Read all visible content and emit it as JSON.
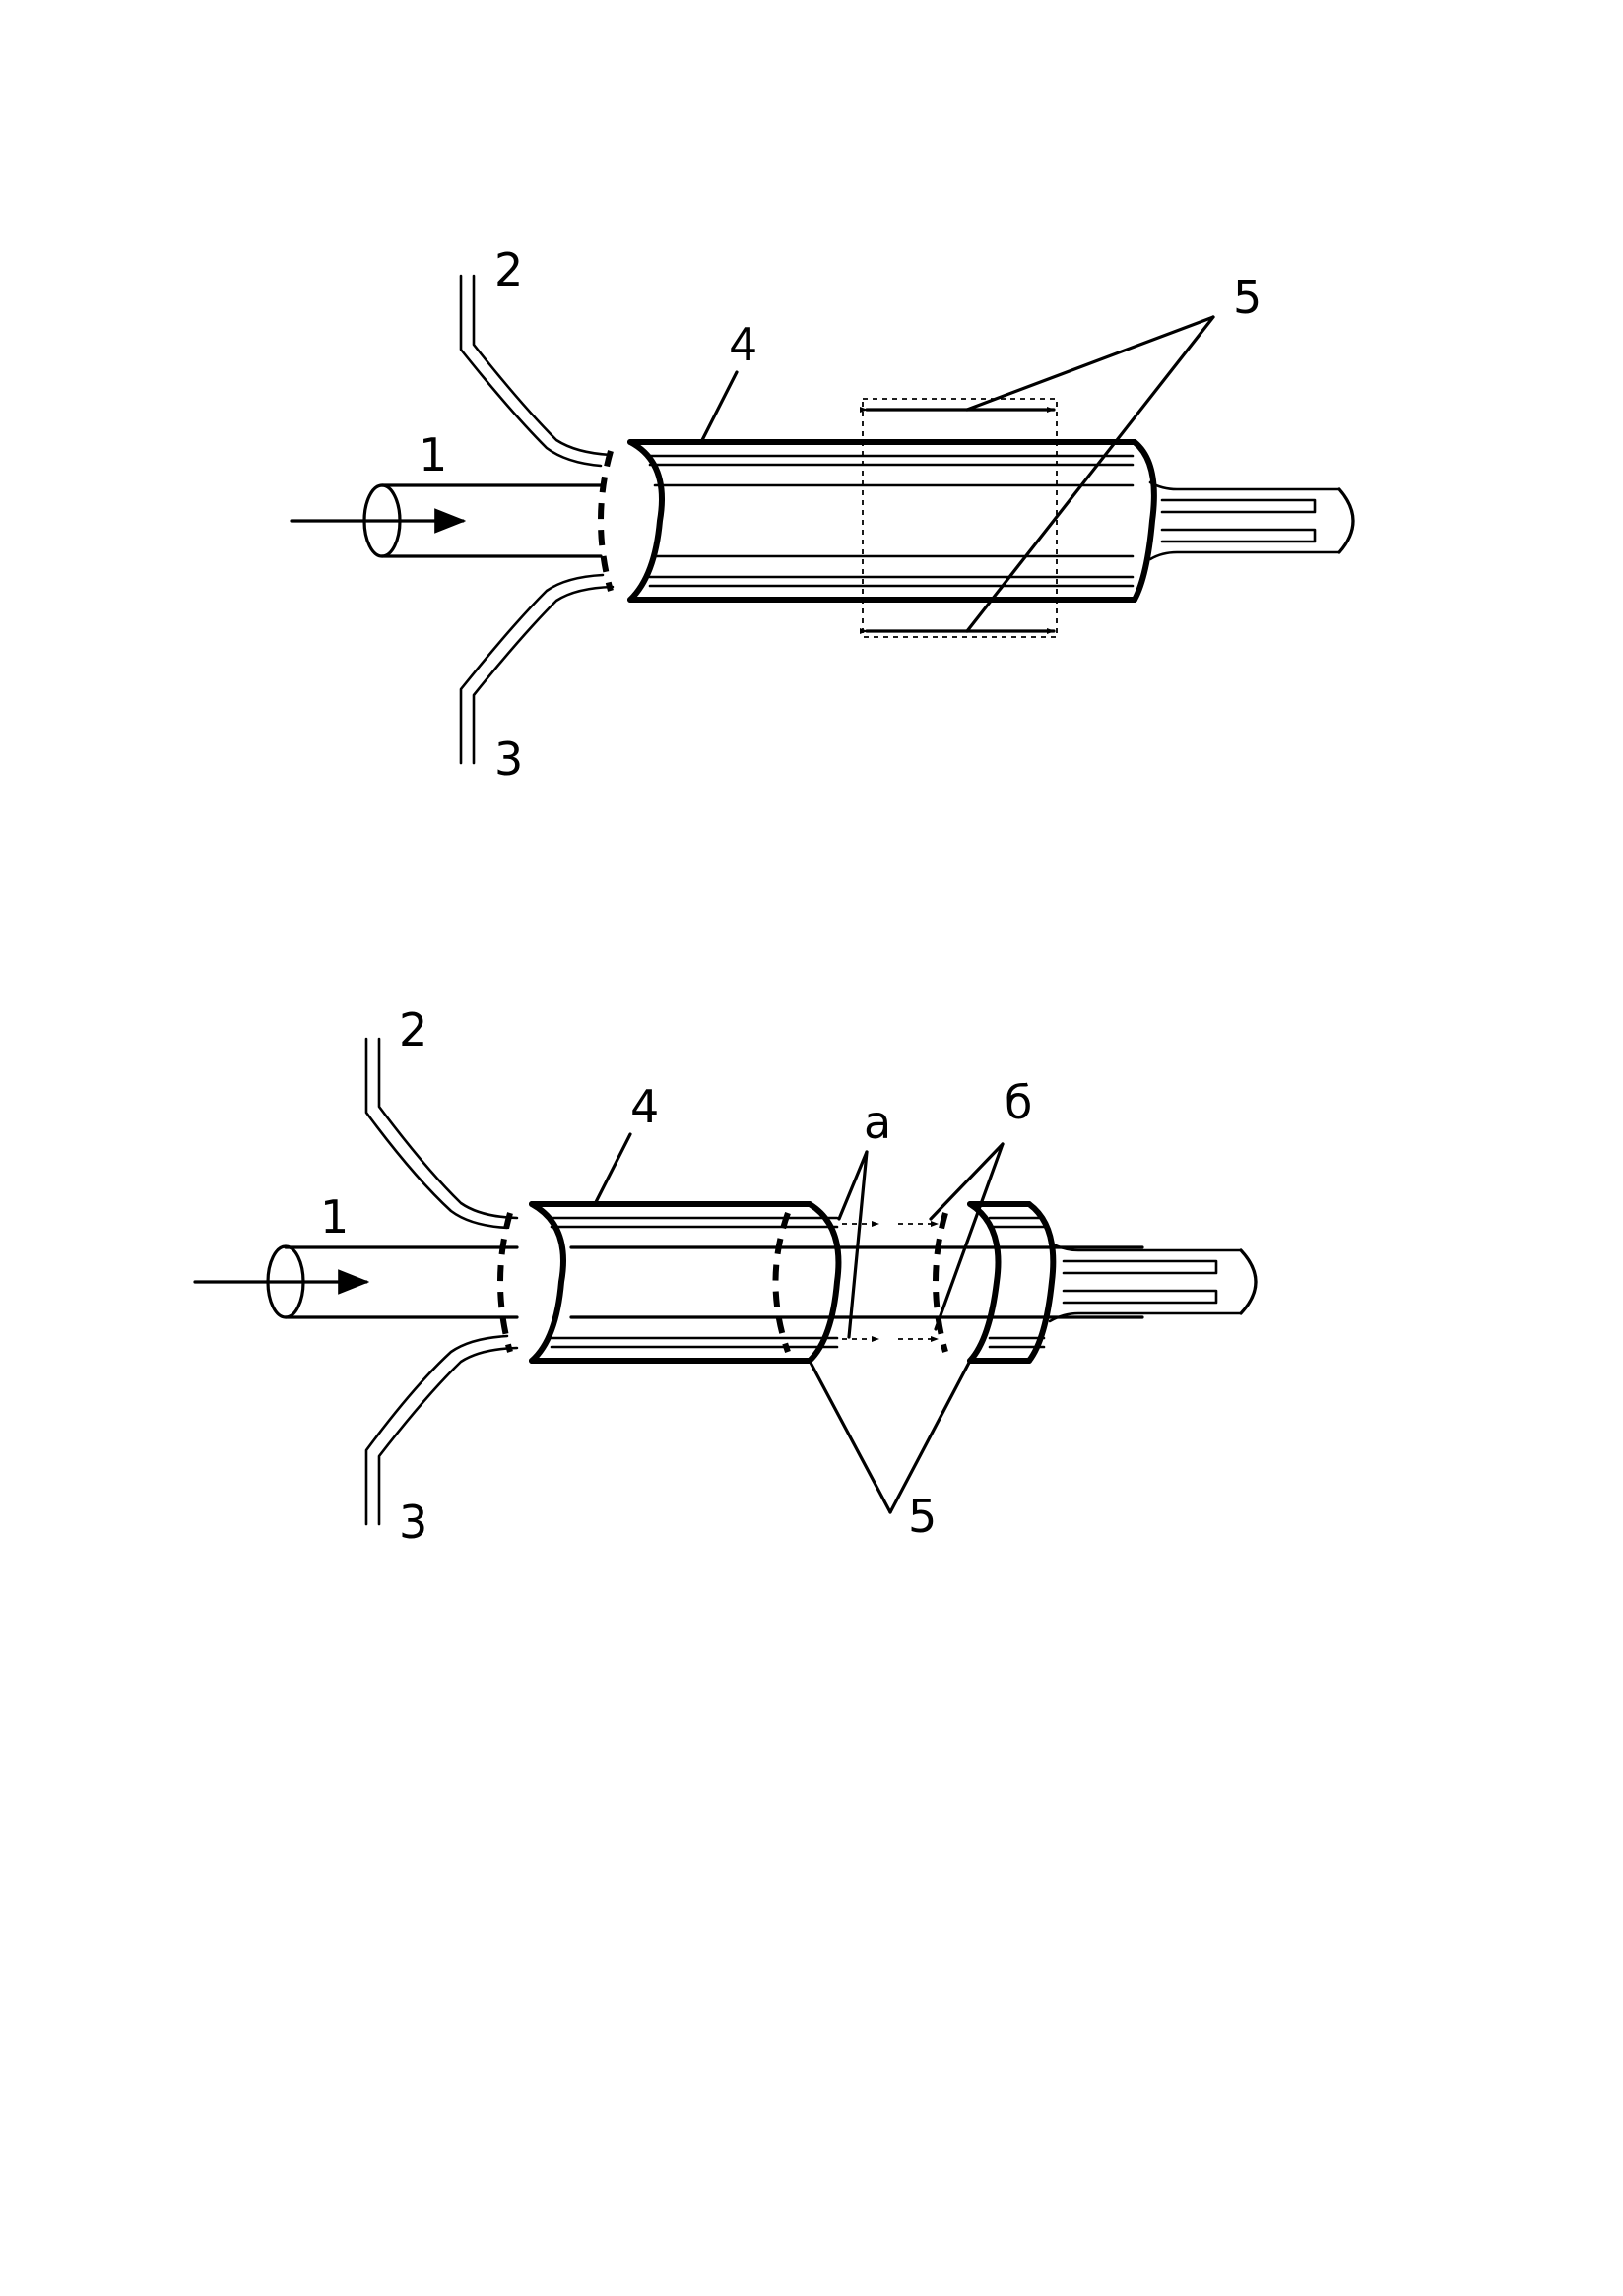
{
  "figure_top": {
    "labels": {
      "l1": "1",
      "l2": "2",
      "l3": "3",
      "l4": "4",
      "l5": "5"
    }
  },
  "figure_bottom": {
    "labels": {
      "l1": "1",
      "l2": "2",
      "l3": "3",
      "l4": "4",
      "l5": "5",
      "la": "a",
      "lb": "б"
    }
  }
}
